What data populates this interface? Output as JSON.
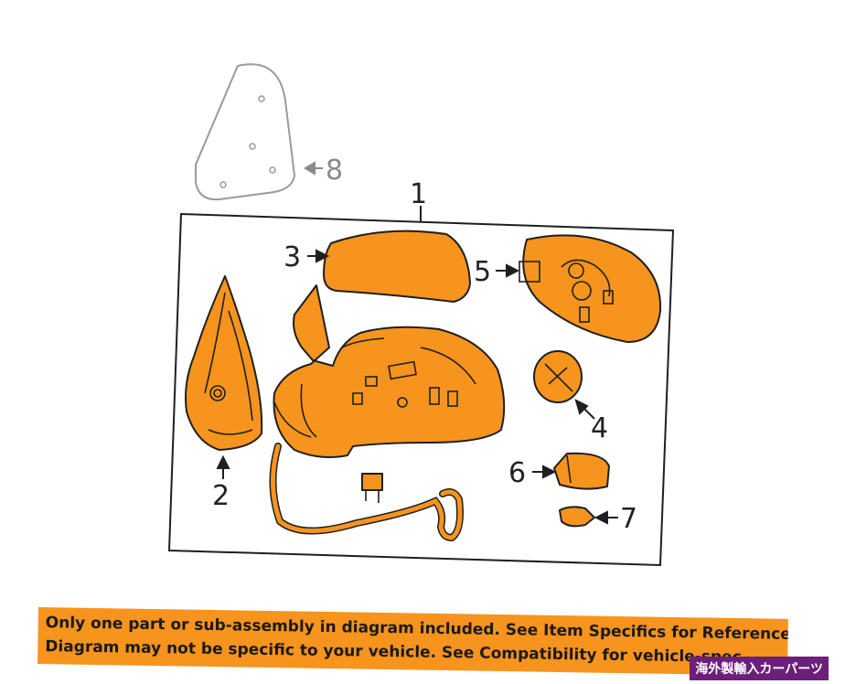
{
  "diagram": {
    "callouts": {
      "c1": "1",
      "c2": "2",
      "c3": "3",
      "c4": "4",
      "c5": "5",
      "c6": "6",
      "c7": "7",
      "c8": "8"
    }
  },
  "banner": {
    "line1": "Only one part or sub-assembly in diagram included. See Item Specifics for Reference #.",
    "line2": "Diagram may not be specific to your vehicle. See Compatibility for vehicle-spec"
  },
  "badge": {
    "text": "海外製輸入カーパーツ"
  },
  "colors": {
    "part": "#f7941d",
    "banner": "#f7941d",
    "badge": "#6b1f7a"
  }
}
